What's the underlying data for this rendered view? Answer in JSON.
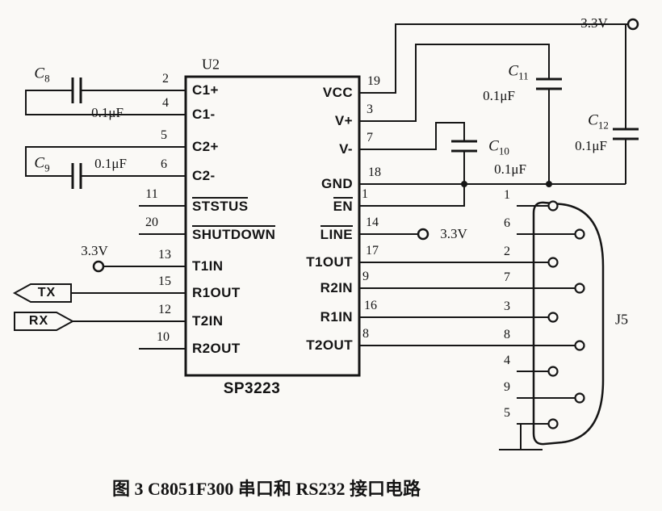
{
  "caption": "图 3  C8051F300 串口和 RS232 接口电路",
  "ic": {
    "ref": "U2",
    "part": "SP3223",
    "left_pins": [
      {
        "num": "2",
        "name": "C1+"
      },
      {
        "num": "4",
        "name": "C1-"
      },
      {
        "num": "5",
        "name": "C2+"
      },
      {
        "num": "6",
        "name": "C2-"
      },
      {
        "num": "11",
        "name": "STSTUS",
        "overline": true
      },
      {
        "num": "20",
        "name": "SHUTDOWN",
        "overline": true
      },
      {
        "num": "13",
        "name": "T1IN"
      },
      {
        "num": "15",
        "name": "R1OUT"
      },
      {
        "num": "12",
        "name": "T2IN"
      },
      {
        "num": "10",
        "name": "R2OUT"
      }
    ],
    "right_pins": [
      {
        "num": "19",
        "name": "VCC"
      },
      {
        "num": "3",
        "name": "V+"
      },
      {
        "num": "7",
        "name": "V-"
      },
      {
        "num": "18",
        "name": "GND"
      },
      {
        "num": "1",
        "name": "EN",
        "overline": true
      },
      {
        "num": "14",
        "name": "LINE",
        "overline": true
      },
      {
        "num": "17",
        "name": "T1OUT"
      },
      {
        "num": "9",
        "name": "R2IN"
      },
      {
        "num": "16",
        "name": "R1IN"
      },
      {
        "num": "8",
        "name": "T2OUT"
      }
    ]
  },
  "capacitors": {
    "c8": {
      "letter": "C",
      "sub": "8",
      "value": "0.1μF"
    },
    "c9": {
      "letter": "C",
      "sub": "9",
      "value": "0.1μF"
    },
    "c10": {
      "letter": "C",
      "sub": "10",
      "value": "0.1μF"
    },
    "c11": {
      "letter": "C",
      "sub": "11",
      "value": "0.1μF"
    },
    "c12": {
      "letter": "C",
      "sub": "12",
      "value": "0.1μF"
    }
  },
  "power": {
    "v33": "3.3V"
  },
  "signals": {
    "tx": "TX",
    "rx": "RX"
  },
  "connector": {
    "ref": "J5",
    "pins": [
      "1",
      "6",
      "2",
      "7",
      "3",
      "8",
      "4",
      "9",
      "5"
    ]
  },
  "colors": {
    "ink": "#161616",
    "paper": "#faf9f6"
  }
}
